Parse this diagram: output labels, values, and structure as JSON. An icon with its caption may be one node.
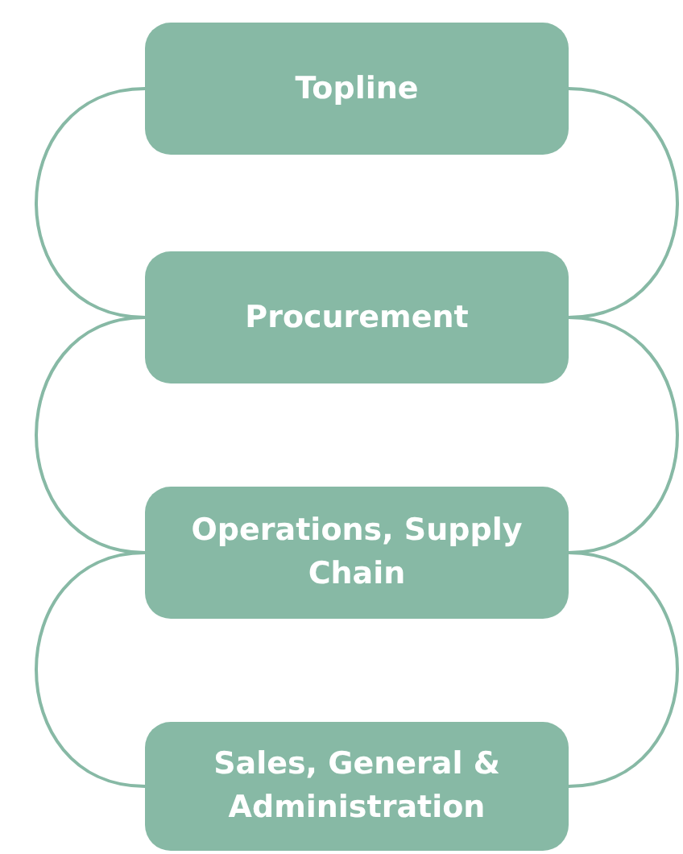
{
  "diagram": {
    "nodes": [
      {
        "text": [
          "Topline"
        ]
      },
      {
        "text": [
          "Procurement"
        ]
      },
      {
        "text": [
          "Operations, Supply Chain"
        ]
      },
      {
        "text": [
          "Sales, General & Administration"
        ]
      }
    ],
    "edges": [
      {
        "from": 0,
        "to": 1,
        "arrow": "none"
      },
      {
        "from": 0,
        "to": 1,
        "arrow": "none"
      },
      {
        "from": 1,
        "to": 2,
        "arrow": "none"
      },
      {
        "from": 1,
        "to": 2,
        "arrow": "none"
      },
      {
        "from": 2,
        "to": 3,
        "arrow": "none"
      },
      {
        "from": 2,
        "to": 3,
        "arrow": "none"
      }
    ]
  }
}
